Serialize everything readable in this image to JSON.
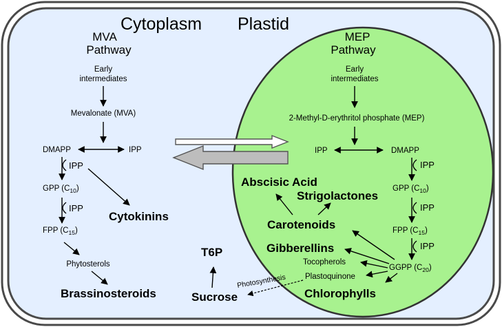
{
  "colors": {
    "cytoplasm_fill": "#e4efff",
    "plastid_fill": "#a8f28f",
    "border": "#4a4a4a"
  },
  "compartments": {
    "cytoplasm": "Cytoplasm",
    "plastid": "Plastid"
  },
  "mva": {
    "title_line1": "MVA",
    "title_line2": "Pathway",
    "early_line1": "Early",
    "early_line2": "intermediates",
    "mevalonate": "Mevalonate (MVA)",
    "dmapp": "DMAPP",
    "ipp": "IPP",
    "ipp_step1": "IPP",
    "gpp": "GPP (C",
    "gpp_sub": "10",
    "ipp_step2": "IPP",
    "fpp": "FPP (C",
    "fpp_sub": "15",
    "phytosterols": "Phytosterols",
    "cytokinins": "Cytokinins",
    "brassinosteroids": "Brassinosteroids"
  },
  "center": {
    "t6p": "T6P",
    "sucrose": "Sucrose",
    "photosynthesis": "Photosynthesis"
  },
  "mep": {
    "title_line1": "MEP",
    "title_line2": "Pathway",
    "early_line1": "Early",
    "early_line2": "intermediates",
    "mep_full": "2-Methyl-D-erythritol phosphate (MEP)",
    "ipp": "IPP",
    "dmapp": "DMAPP",
    "ipp_step1": "IPP",
    "gpp": "GPP (C",
    "gpp_sub": "10",
    "ipp_step2": "IPP",
    "fpp": "FPP (C",
    "fpp_sub": "15",
    "ipp_step3": "IPP",
    "ggpp": "GGPP (C",
    "ggpp_sub": "20",
    "tocopherols": "Tocopherols",
    "plastoquinone": "Plastoquinone",
    "abscisic_acid": "Abscisic Acid",
    "strigolactones": "Strigolactones",
    "carotenoids": "Carotenoids",
    "gibberellins": "Gibberellins",
    "chlorophylls": "Chlorophylls"
  }
}
